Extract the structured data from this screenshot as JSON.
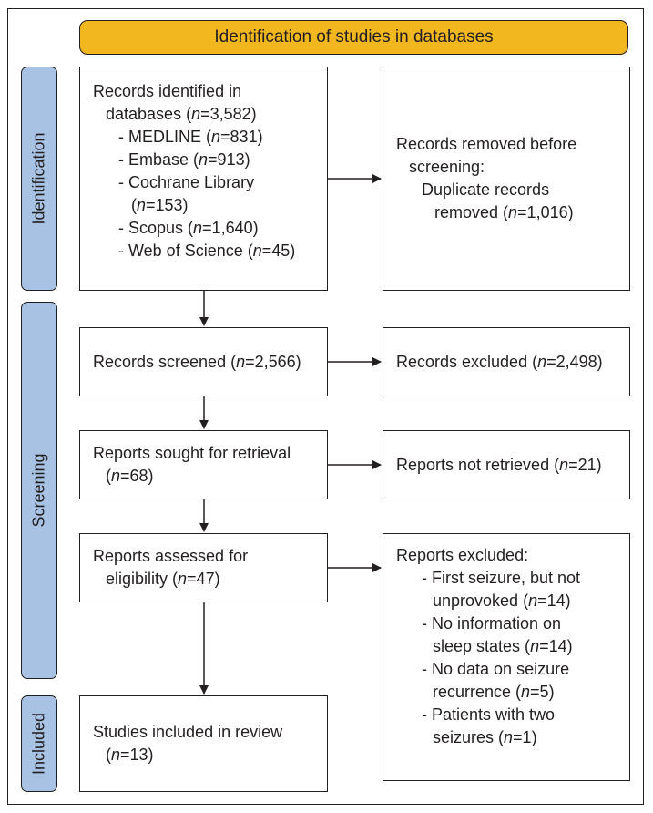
{
  "header": {
    "title": "Identification of studies in databases"
  },
  "stages": {
    "identification": "Identification",
    "screening": "Screening",
    "included": "Included"
  },
  "boxes": {
    "records_identified": {
      "lines": [
        "Records identified in",
        "databases (",
        "- MEDLINE (",
        "- Embase (",
        "- Cochrane Library",
        "(",
        "- Scopus (",
        "- Web of Science ("
      ],
      "n_symbol": "n",
      "values": {
        "total": "=3,582)",
        "medline": "=831)",
        "embase": "=913)",
        "cochrane": "=153)",
        "scopus": "=1,640)",
        "wos": "=45)"
      }
    },
    "records_removed": {
      "line1": "Records removed before",
      "line2": "screening:",
      "line3": "Duplicate records",
      "line4": "removed (",
      "value": "=1,016)"
    },
    "records_screened": {
      "label": "Records screened (",
      "value": "=2,566)"
    },
    "records_excluded": {
      "label": "Records excluded (",
      "value": "=2,498)"
    },
    "reports_sought": {
      "line1": "Reports sought for retrieval",
      "line2": "(",
      "value": "=68)"
    },
    "reports_not_retrieved": {
      "label": "Reports not retrieved (",
      "value": "=21)"
    },
    "reports_assessed": {
      "line1": "Reports assessed for",
      "line2": "eligibility (",
      "value": "=47)"
    },
    "reports_excluded": {
      "title": "Reports excluded:",
      "r1a": "- First seizure, but not",
      "r1b": "unprovoked (",
      "r1v": "=14)",
      "r2a": "- No information on",
      "r2b": "sleep states (",
      "r2v": "=14)",
      "r3a": "- No data on seizure",
      "r3b": "recurrence (",
      "r3v": "=5)",
      "r4a": "- Patients with two",
      "r4b": "seizures (",
      "r4v": "=1)"
    },
    "studies_included": {
      "line1": "Studies included in review",
      "line2": "(",
      "value": "=13)"
    }
  },
  "colors": {
    "header_fill": "#f2b71e",
    "stage_fill": "#a7c2e3",
    "stroke": "#231f20"
  }
}
